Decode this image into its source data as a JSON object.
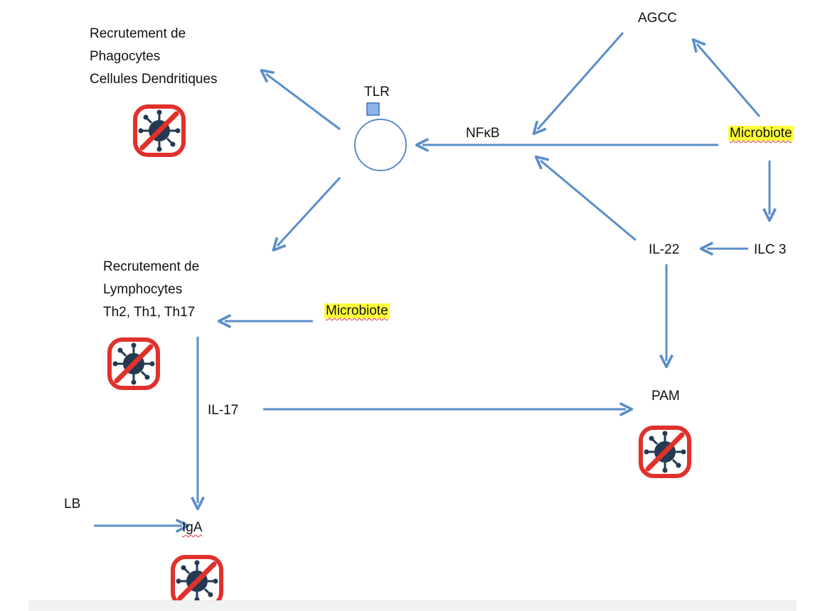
{
  "labels": {
    "phagocytes": [
      "Recrutement de",
      "Phagocytes",
      "Cellules Dendritiques"
    ],
    "tlr": "TLR",
    "nfkb": "NFκB",
    "agcc": "AGCC",
    "microbiote_top": "Microbiote",
    "il22": "IL-22",
    "ilc3": "ILC 3",
    "lymphocytes": [
      "Recrutement de",
      "Lymphocytes",
      "Th2, Th1, Th17"
    ],
    "microbiote_mid": "Microbiote",
    "il17": "IL-17",
    "pam": "PAM",
    "lb": "LB",
    "iga": "IgA"
  },
  "colors": {
    "arrow": "#5b8ec9",
    "highlight": "#ffff3a",
    "no_sign": "#e0312b",
    "virus": "#233a52"
  },
  "icons": [
    "no-virus-icon"
  ]
}
